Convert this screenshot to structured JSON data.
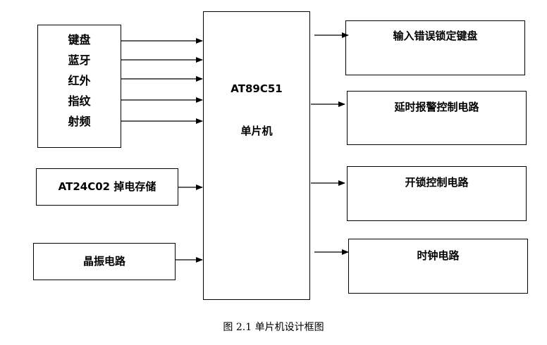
{
  "inputs_box": {
    "items": [
      "键盘",
      "蓝牙",
      "红外",
      "指纹",
      "射频"
    ]
  },
  "eeprom_box": {
    "label": "AT24C02 掉电存储"
  },
  "crystal_box": {
    "label": "晶振电路"
  },
  "mcu_box": {
    "model": "AT89C51",
    "label": "单片机"
  },
  "outputs": {
    "keyboard_lock": "输入错误锁定键盘",
    "delay_alarm": "延时报警控制电路",
    "unlock_control": "开锁控制电路",
    "clock": "时钟电路"
  },
  "caption": "图 2.1 单片机设计框图"
}
